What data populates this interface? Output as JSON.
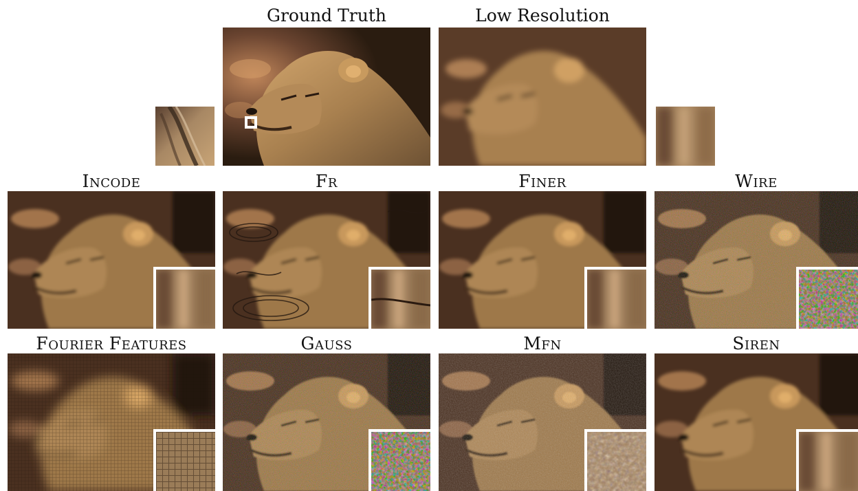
{
  "figure": {
    "top_row": {
      "ground_truth_label": "Ground Truth",
      "low_resolution_label": "Low Resolution"
    },
    "methods": [
      {
        "label": "Incode",
        "inset_style": "smooth-blur"
      },
      {
        "label": "Fr",
        "inset_style": "ringing-artifacts"
      },
      {
        "label": "Finer",
        "inset_style": "smooth-blur"
      },
      {
        "label": "Wire",
        "inset_style": "color-noise"
      },
      {
        "label": "Fourier Features",
        "inset_style": "grid-pattern"
      },
      {
        "label": "Gauss",
        "inset_style": "color-noise"
      },
      {
        "label": "Mfn",
        "inset_style": "speckle-noise"
      },
      {
        "label": "Siren",
        "inset_style": "smooth-blur"
      }
    ],
    "colors": {
      "background_dark": "#2a1c10",
      "fur_light": "#b08a5a",
      "fur_mid": "#8a6a44",
      "highlight": "#d8a064",
      "inset_border": "#ffffff"
    }
  }
}
